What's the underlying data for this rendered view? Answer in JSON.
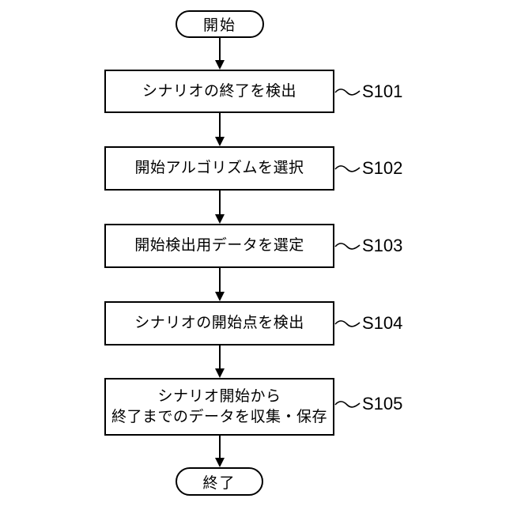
{
  "figure": {
    "kind": "flowchart",
    "background_color": "#ffffff",
    "line_color": "#000000"
  },
  "flowchart": {
    "start": {
      "label": "開始"
    },
    "end": {
      "label": "終了"
    },
    "steps": [
      {
        "label": "S101",
        "lines": [
          "シナリオの終了を検出"
        ]
      },
      {
        "label": "S102",
        "lines": [
          "開始アルゴリズムを選択"
        ]
      },
      {
        "label": "S103",
        "lines": [
          "開始検出用データを選定"
        ]
      },
      {
        "label": "S104",
        "lines": [
          "シナリオの開始点を検出"
        ]
      },
      {
        "label": "S105",
        "lines": [
          "シナリオ開始から",
          "終了までのデータを収集・保存"
        ]
      }
    ]
  }
}
